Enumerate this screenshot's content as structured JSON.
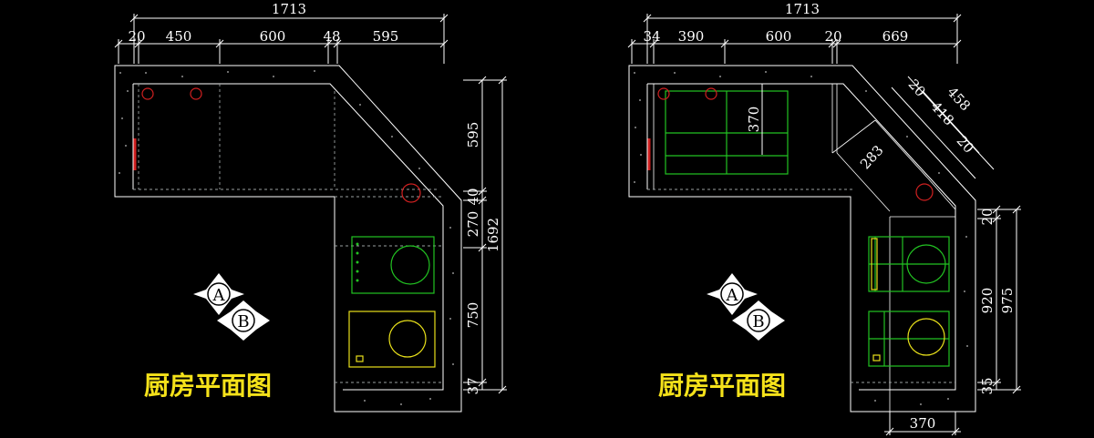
{
  "plans": [
    {
      "title": "厨房平面图",
      "top_total": "1713",
      "top_segments": [
        "20",
        "450",
        "600",
        "48",
        "595"
      ],
      "right_dims": [
        "595",
        "40",
        "270",
        "750",
        "37"
      ],
      "right_total": "1692",
      "markers": [
        "A",
        "B"
      ]
    },
    {
      "title": "厨房平面图",
      "top_total": "1713",
      "top_segments": [
        "34",
        "390",
        "600",
        "20",
        "669"
      ],
      "inner_dims": [
        "370",
        "20",
        "458",
        "418",
        "20",
        "283"
      ],
      "right_dims": [
        "20",
        "920",
        "35"
      ],
      "right_total": "975",
      "bottom_dim": "370",
      "markers": [
        "A",
        "B"
      ]
    }
  ],
  "colors": {
    "background": "#000000",
    "lines": "#ffffff",
    "appliance_green": "#22c322",
    "appliance_yellow": "#e8e01a",
    "sink_red": "#d02020",
    "title": "#f5e21a"
  }
}
